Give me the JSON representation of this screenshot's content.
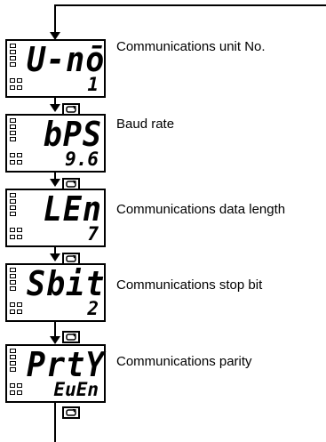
{
  "screens": [
    {
      "main": "U-nō",
      "sub": "1",
      "caption": "Communications unit No."
    },
    {
      "main": "bPS",
      "sub": "9.6",
      "caption": "Baud rate"
    },
    {
      "main": "LEn",
      "sub": "7",
      "caption": "Communications data length"
    },
    {
      "main": "Sbit",
      "sub": "2",
      "caption": "Communications stop bit"
    },
    {
      "main": "PrtY",
      "sub": "EuEn",
      "caption": "Communications parity"
    }
  ],
  "key_icon": "mode-key-icon"
}
